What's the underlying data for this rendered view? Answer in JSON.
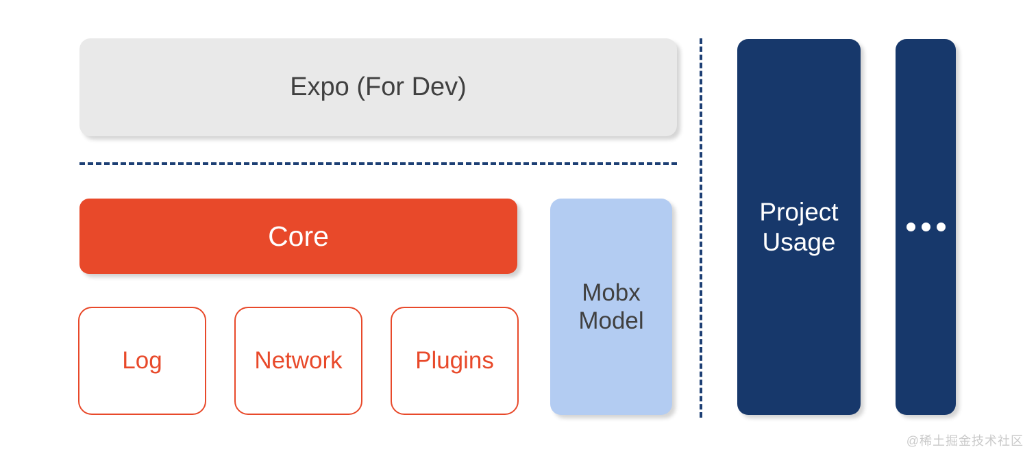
{
  "diagram": {
    "title": "React Native library architecture diagram",
    "colors": {
      "accent_orange": "#e8492a",
      "navy": "#17386b",
      "light_blue": "#b3ccf2",
      "light_gray": "#e9e9e9",
      "text_dark": "#404040",
      "divider": "#1d3f74",
      "background": "#ffffff",
      "watermark": "#c9c9c9"
    },
    "left_section": {
      "dev_layer": {
        "label": "Expo (For Dev)"
      },
      "core": {
        "label": "Core"
      },
      "modules": [
        {
          "label": "Log"
        },
        {
          "label": "Network"
        },
        {
          "label": "Plugins"
        }
      ],
      "model": {
        "label": "Mobx\nModel"
      }
    },
    "right_section": {
      "project": {
        "label": "Project\nUsage"
      },
      "more": {
        "label": "...",
        "icon": "ellipsis-icon",
        "dot_count": 3
      }
    },
    "dividers": {
      "horizontal": "dashed-horizontal-divider",
      "vertical": "dashed-vertical-divider"
    },
    "watermark": "@稀土掘金技术社区"
  }
}
